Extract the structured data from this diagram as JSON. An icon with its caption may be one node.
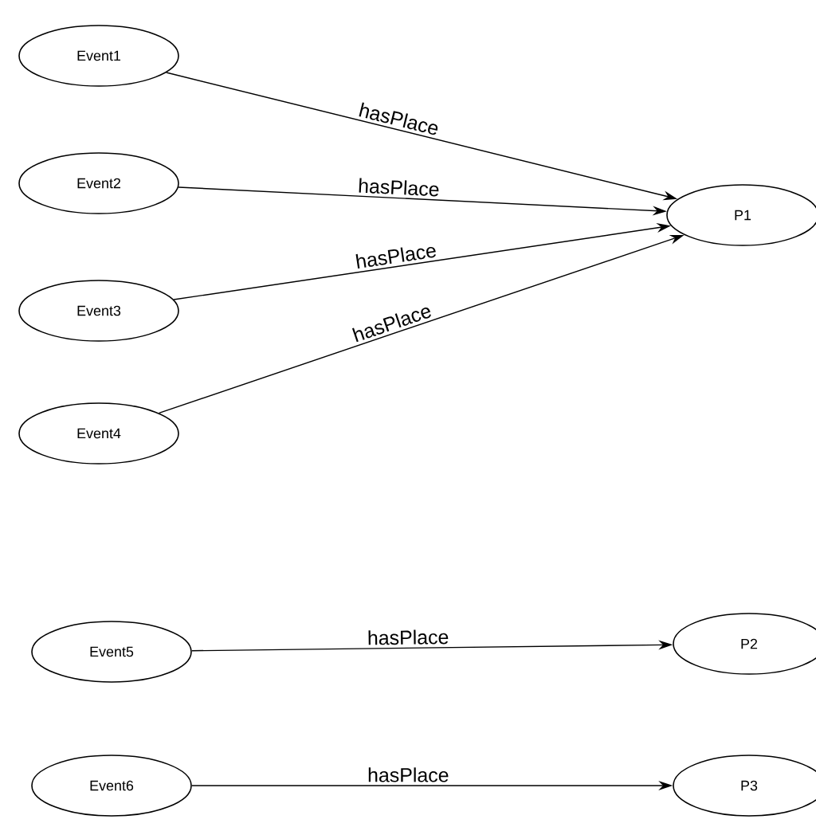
{
  "diagram": {
    "nodes": [
      {
        "text": [
          "Event1"
        ]
      },
      {
        "text": [
          "Event2"
        ]
      },
      {
        "text": [
          "Event3"
        ]
      },
      {
        "text": [
          "Event4"
        ]
      },
      {
        "text": [
          "P1"
        ]
      },
      {
        "text": [
          "Event5"
        ]
      },
      {
        "text": [
          "P2"
        ]
      },
      {
        "text": [
          "Event6"
        ]
      },
      {
        "text": [
          "P3"
        ]
      }
    ],
    "edges": [
      {
        "from": 0,
        "to": 4,
        "arrow": "to",
        "label": "hasPlace"
      },
      {
        "from": 1,
        "to": 4,
        "arrow": "to",
        "label": "hasPlace"
      },
      {
        "from": 2,
        "to": 4,
        "arrow": "to",
        "label": "hasPlace"
      },
      {
        "from": 3,
        "to": 4,
        "arrow": "to",
        "label": "hasPlace"
      },
      {
        "from": 5,
        "to": 6,
        "arrow": "to",
        "label": "hasPlace"
      },
      {
        "from": 7,
        "to": 8,
        "arrow": "to",
        "label": "hasPlace"
      }
    ]
  }
}
